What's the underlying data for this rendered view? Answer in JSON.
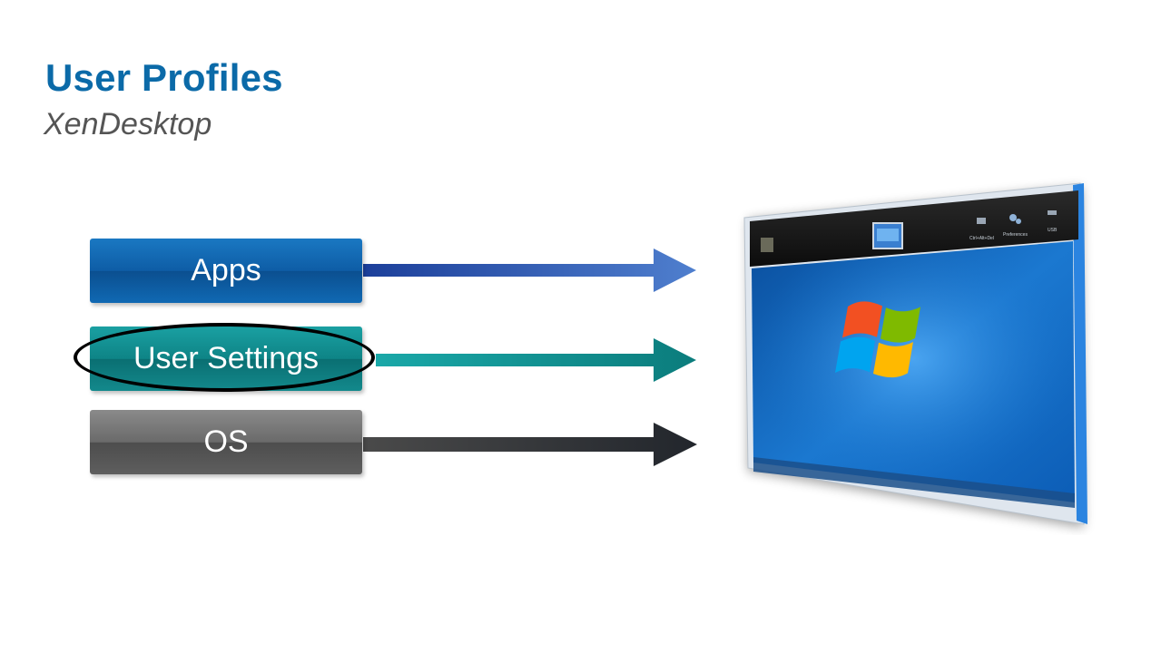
{
  "slide": {
    "title": "User Profiles",
    "subtitle": "XenDesktop"
  },
  "layers": [
    {
      "label": "Apps",
      "color": "#0e5da6"
    },
    {
      "label": "User Settings",
      "color": "#0e8486",
      "highlighted": true
    },
    {
      "label": "OS",
      "color": "#5e5e5e"
    }
  ],
  "desktop_screen": {
    "toolbar_buttons": [
      "Ctrl+Alt+Del",
      "Preferences",
      "USB"
    ],
    "icons": [
      "desktop-thumbnail-icon",
      "windows-logo-icon",
      "usb-icon",
      "gear-icon",
      "keyboard-icon"
    ]
  }
}
